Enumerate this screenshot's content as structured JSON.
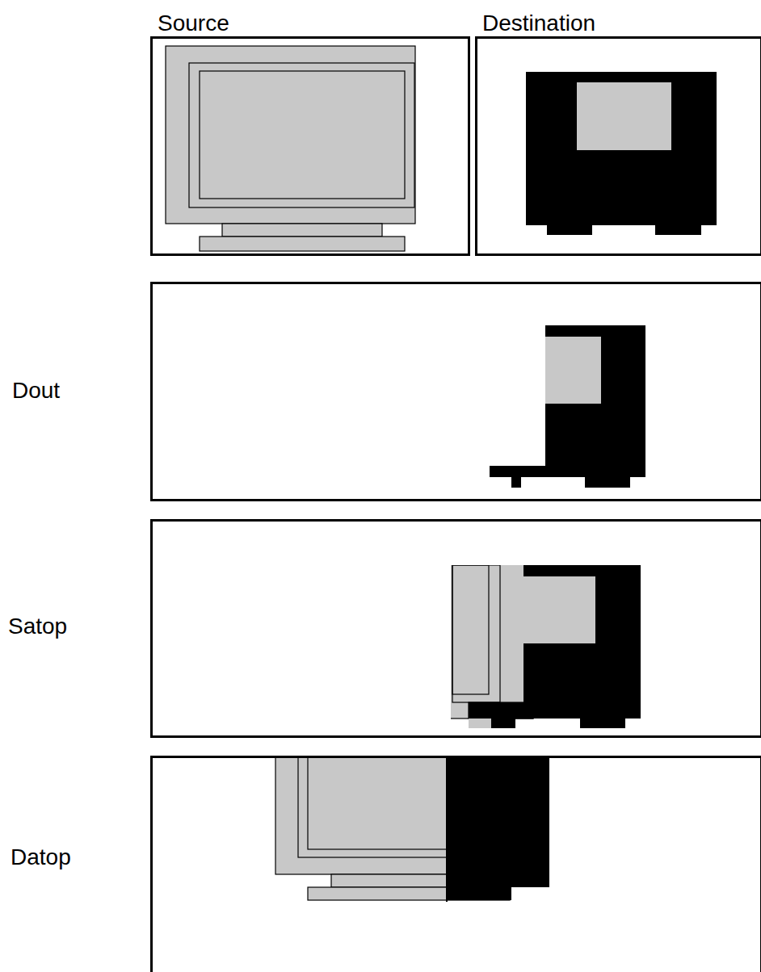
{
  "diagram": {
    "nodes": [
      {
        "text": [
          "Source"
        ]
      },
      {
        "text": [
          "Destination"
        ]
      },
      {
        "text": [
          "Dout"
        ]
      },
      {
        "text": [
          "Satop"
        ]
      },
      {
        "text": [
          "Datop"
        ]
      }
    ]
  }
}
